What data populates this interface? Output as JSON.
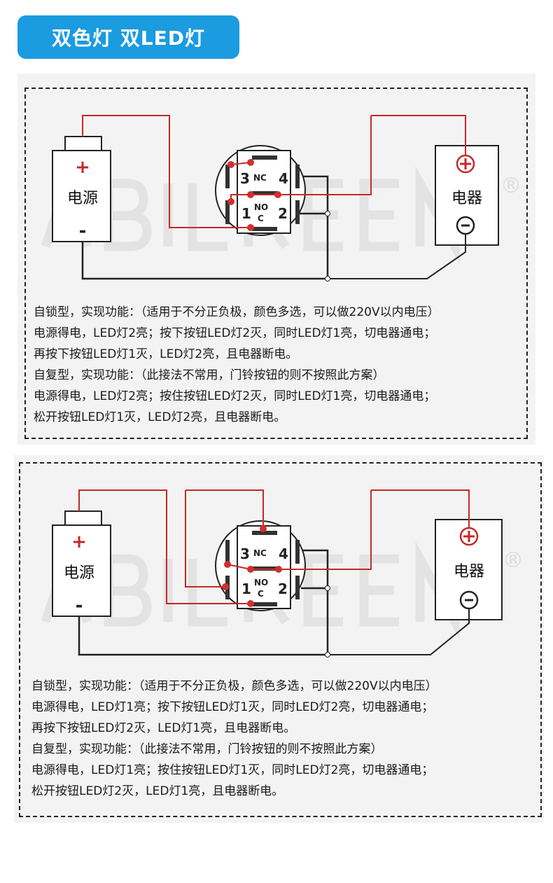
{
  "header": {
    "title": "双色灯 双LED灯"
  },
  "watermark": "ABILKEEN",
  "registered": "®",
  "diagram_labels": {
    "power": "电源",
    "load": "电器",
    "plus": "+",
    "minus": "-",
    "t1": "1",
    "t2": "2",
    "t3": "3",
    "t4": "4",
    "nc": "NC",
    "no": "NO",
    "c": "C"
  },
  "panel1": {
    "lines": [
      "自锁型，实现功能：（适用于不分正负极，颜色多选，可以做220V以内电压）",
      "电源得电，LED灯2亮；按下按钮LED灯2灭，同时LED灯1亮，切电器通电；",
      "再按下按钮LED灯1灭，LED灯2亮，且电器断电。",
      "自复型，实现功能：（此接法不常用，门铃按钮的则不按照此方案）",
      "电源得电，LED灯2亮；按住按钮LED灯2灭，同时LED灯1亮，切电器通电；",
      "松开按钮LED灯1灭，LED灯2亮，且电器断电。"
    ]
  },
  "panel2": {
    "lines": [
      "自锁型，实现功能：（适用于不分正负极，颜色多选，可以做220V以内电压）",
      "电源得电，LED灯1亮；按下按钮LED灯1灭，同时LED灯2亮，切电器通电；",
      "再按下按钮LED灯2灭，LED灯1亮，且电器断电。",
      "自复型，实现功能：（此接法不常用，门铃按钮的则不按照此方案）",
      "电源得电，LED灯1亮；按住按钮LED灯1灭，同时LED灯2亮，切电器通电；",
      "松开按钮LED灯2灭，LED灯1亮，且电器断电。"
    ]
  },
  "colors": {
    "accent": "#1b9be0",
    "wire_red": "#c62828",
    "wire_black": "#222222"
  }
}
